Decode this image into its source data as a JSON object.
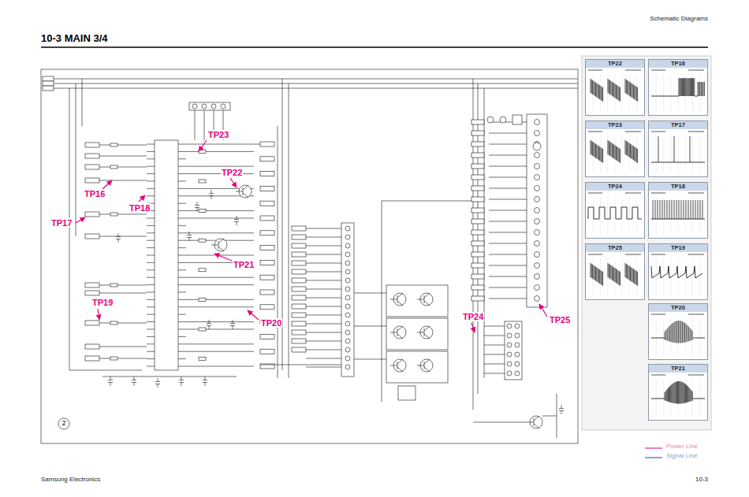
{
  "diagram": {
    "title": "10-3 MAIN 3/4",
    "nodes": [
      {
        "text": [
          "TP22"
        ]
      },
      {
        "text": [
          "TP16"
        ]
      },
      {
        "text": [
          "TP23"
        ]
      },
      {
        "text": [
          "TP17"
        ]
      },
      {
        "text": [
          "TP24"
        ]
      },
      {
        "text": [
          "TP18"
        ]
      },
      {
        "text": [
          "TP25"
        ]
      },
      {
        "text": [
          "TP19"
        ]
      },
      {
        "text": [
          "TP20"
        ]
      },
      {
        "text": [
          "TP21"
        ]
      }
    ],
    "labels": [
      "Schematic Diagrams",
      "Samsung Electronics",
      "10-3",
      "TP23",
      "TP22",
      "TP16",
      "TP18",
      "TP17",
      "TP21",
      "TP19",
      "TP20",
      "TP24",
      "TP25",
      "2"
    ],
    "legend": [
      {
        "text": "Power Line",
        "color": "#f080b8"
      },
      {
        "text": "Signal Line",
        "color": "#80a8d8"
      }
    ]
  }
}
